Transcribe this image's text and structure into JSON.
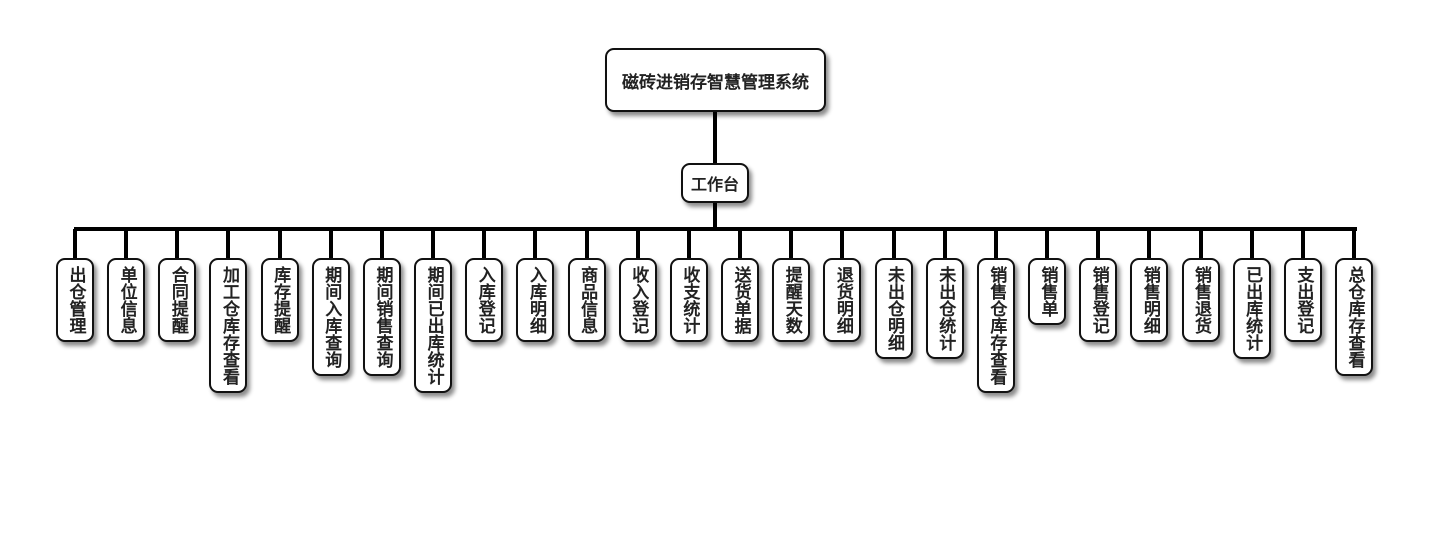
{
  "root": {
    "label": "磁砖进销存智慧管理系统"
  },
  "hub": {
    "label": "工作台"
  },
  "children": [
    {
      "label": "出仓管理"
    },
    {
      "label": "单位信息"
    },
    {
      "label": "合同提醒"
    },
    {
      "label": "加工仓库存查看"
    },
    {
      "label": "库存提醒"
    },
    {
      "label": "期间入库查询"
    },
    {
      "label": "期间销售查询"
    },
    {
      "label": "期间已出库统计"
    },
    {
      "label": "入库登记"
    },
    {
      "label": "入库明细"
    },
    {
      "label": "商品信息"
    },
    {
      "label": "收入登记"
    },
    {
      "label": "收支统计"
    },
    {
      "label": "送货单据"
    },
    {
      "label": "提醒天数"
    },
    {
      "label": "退货明细"
    },
    {
      "label": "未出仓明细"
    },
    {
      "label": "未出仓统计"
    },
    {
      "label": "销售仓库存查看"
    },
    {
      "label": "销售单"
    },
    {
      "label": "销售登记"
    },
    {
      "label": "销售明细"
    },
    {
      "label": "销售退货"
    },
    {
      "label": "已出库统计"
    },
    {
      "label": "支出登记"
    },
    {
      "label": "总仓库存查看"
    }
  ]
}
